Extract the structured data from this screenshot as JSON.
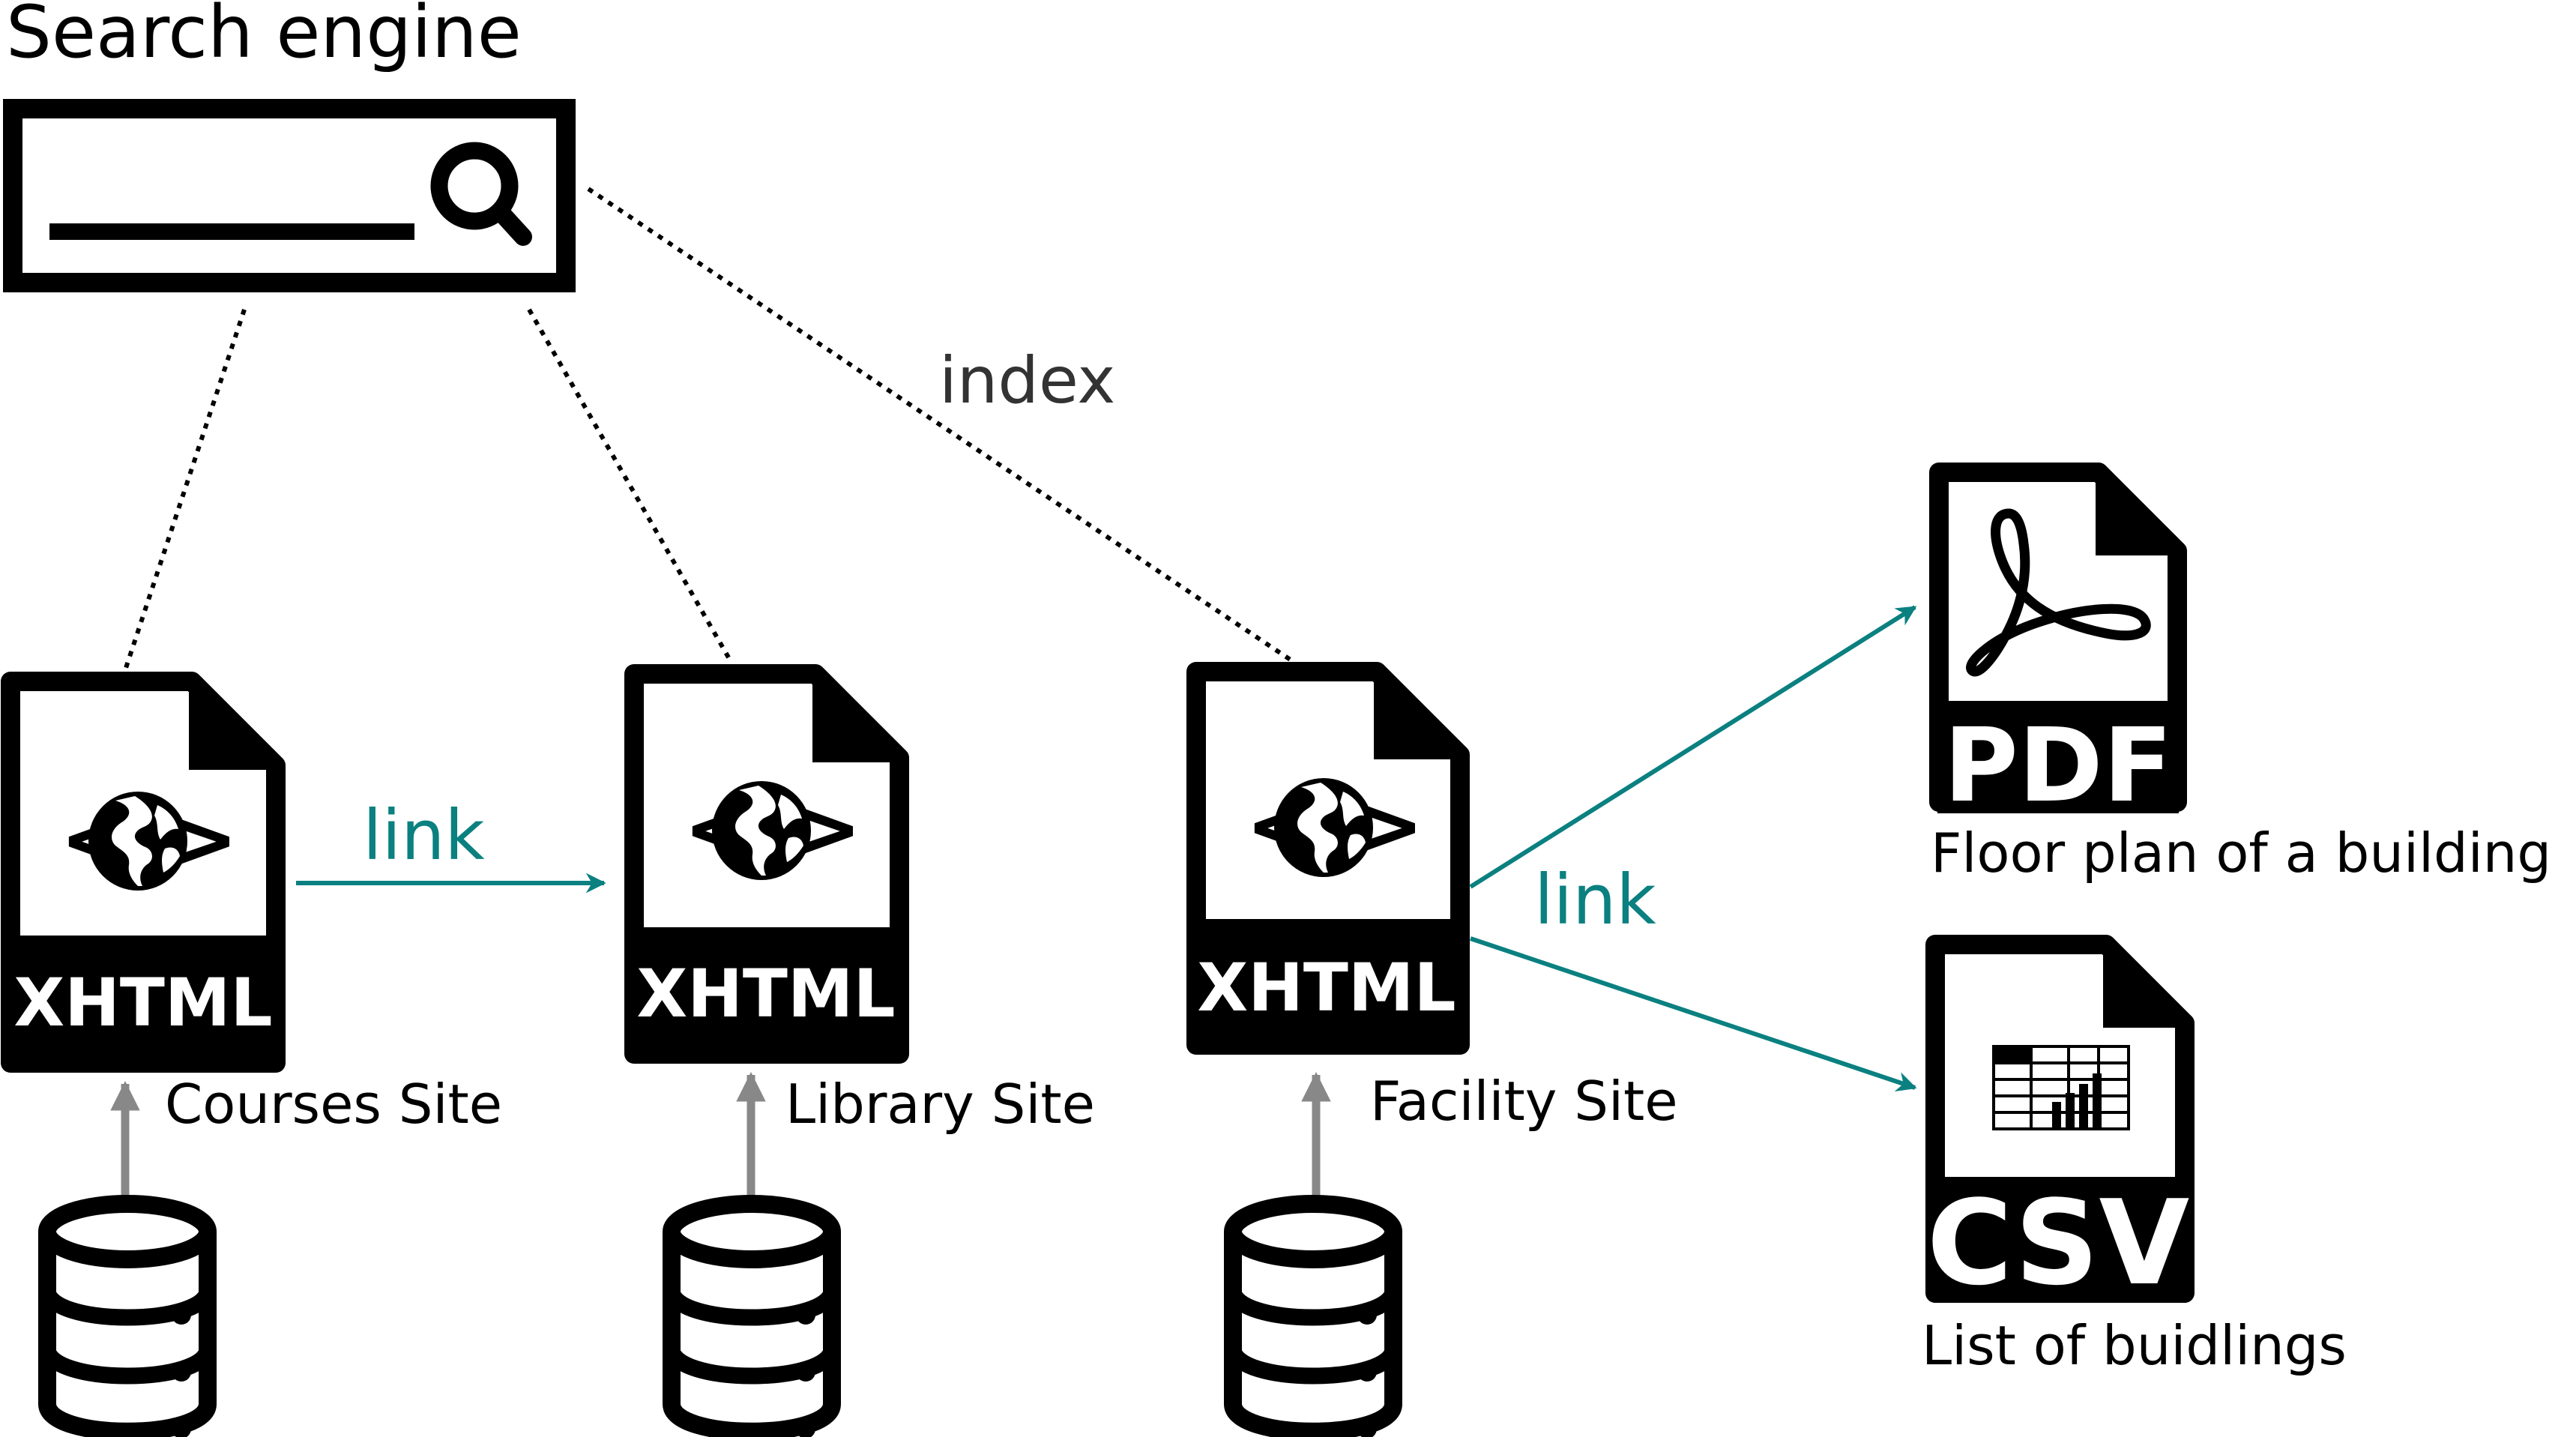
{
  "title": "Search engine",
  "search_box": {
    "icon": "magnifier-icon"
  },
  "index_label": "index",
  "link_labels": {
    "courses_to_library": "link",
    "facility_to_files": "link"
  },
  "sites": [
    {
      "label": "Courses Site",
      "format": "XHTML",
      "icon": "globe-code-icon",
      "source_icon": "database-icon"
    },
    {
      "label": "Library Site",
      "format": "XHTML",
      "icon": "globe-code-icon",
      "source_icon": "database-icon"
    },
    {
      "label": "Facility Site",
      "format": "XHTML",
      "icon": "globe-code-icon",
      "source_icon": "database-icon"
    }
  ],
  "files": [
    {
      "label": "Floor plan of a building",
      "format": "PDF",
      "icon": "pdf-acrobat-icon"
    },
    {
      "label": "List of buidlings",
      "format": "CSV",
      "icon": "table-chart-icon"
    }
  ],
  "colors": {
    "link": "#0b8080",
    "index": "#000000",
    "source_arrow": "#888888",
    "text": "#000000"
  }
}
